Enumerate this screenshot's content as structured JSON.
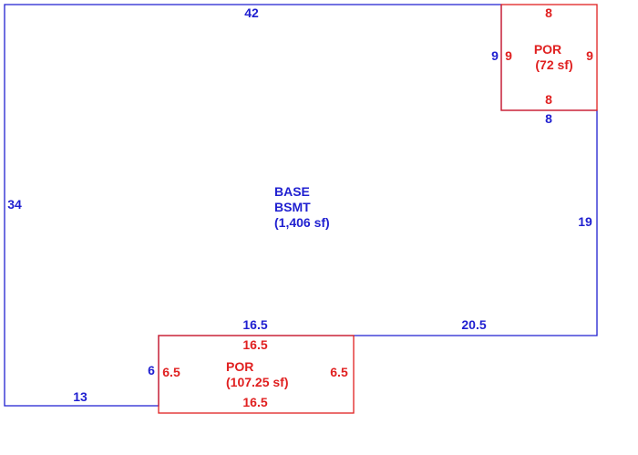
{
  "colors": {
    "base": "#1f1fd0",
    "porch": "#e02020"
  },
  "base_area": {
    "name": "BASE",
    "type": "BSMT",
    "area": "(1,406 sf)",
    "dimensions": {
      "top": "42",
      "left": "34",
      "right": "19",
      "bottom_right": "20.5",
      "bottom_left": "13",
      "notch_left": "6",
      "notch_top": "16.5",
      "corner_left": "9",
      "corner_bottom": "8"
    }
  },
  "porch_top": {
    "name": "POR",
    "area": "(72 sf)",
    "dimensions": {
      "top": "8",
      "bottom": "8",
      "left": "9",
      "right": "9"
    }
  },
  "porch_bottom": {
    "name": "POR",
    "area": "(107.25 sf)",
    "dimensions": {
      "top": "16.5",
      "bottom": "16.5",
      "left": "6.5",
      "right": "6.5"
    }
  }
}
